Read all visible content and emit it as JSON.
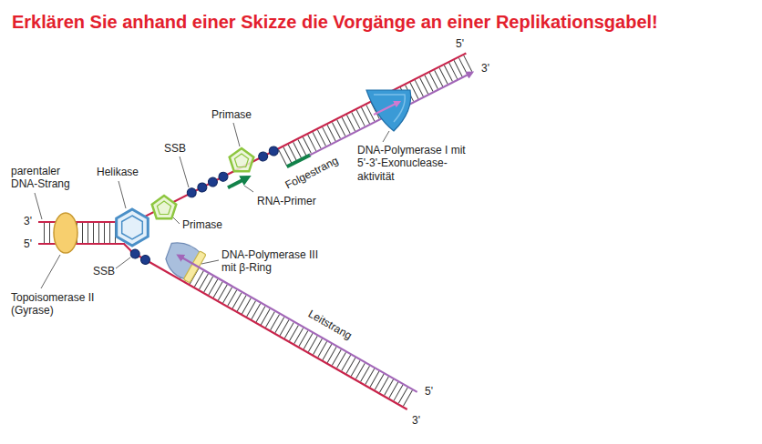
{
  "diagram": {
    "title": "Erklären Sie anhand einer Skizze die Vorgänge an einer Replikationsgabel!",
    "labels": [
      "5'",
      "3'",
      "Primase",
      "SSB",
      "DNA-Polymerase I mit 5'-3'-Exonuclease- aktivität",
      "Folgestrang",
      "RNA-Primer",
      "parentaler DNA-Strang",
      "Helikase",
      "3'",
      "Primase",
      "5'",
      "SSB",
      "DNA-Polymerase III mit β-Ring",
      "Topoisomerase II (Gyrase)",
      "Leitstrang",
      "5'",
      "3'"
    ]
  }
}
